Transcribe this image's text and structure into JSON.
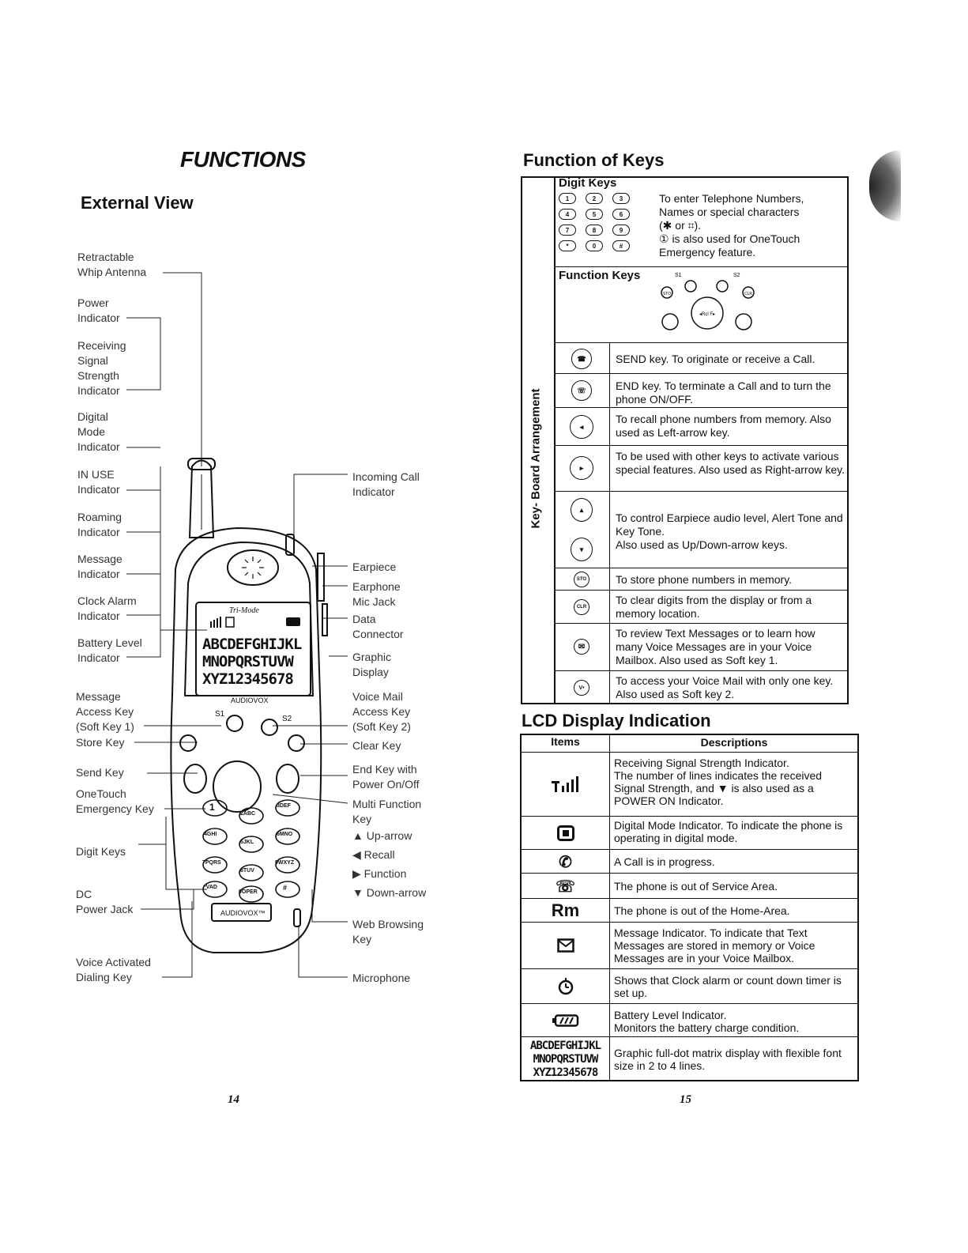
{
  "left_page": {
    "title": "FUNCTIONS",
    "subtitle": "External View",
    "page_number": "14",
    "callouts_left": [
      "Retractable\nWhip Antenna",
      "Power\nIndicator",
      "Receiving\nSignal\nStrength\nIndicator",
      "Digital\nMode\nIndicator",
      "IN USE\nIndicator",
      "Roaming\nIndicator",
      "Message\nIndicator",
      "Clock Alarm\nIndicator",
      "Battery Level\nIndicator",
      "Message\nAccess Key\n(Soft Key 1)",
      "Store Key",
      "Send Key",
      "OneTouch\nEmergency Key",
      "Digit Keys",
      "DC\nPower Jack",
      "Voice Activated\nDialing Key"
    ],
    "callouts_right": [
      "Incoming Call\nIndicator",
      "Earpiece",
      "Earphone\nMic Jack",
      "Data\nConnector",
      "Graphic\nDisplay",
      "Voice Mail\nAccess Key\n(Soft Key 2)",
      "Clear Key",
      "End Key with\nPower On/Off",
      "Multi Function\nKey",
      "▲ Up-arrow",
      "◀ Recall",
      "▶ Function",
      "▼ Down-arrow",
      "Web Browsing\nKey",
      "Microphone"
    ],
    "phone": {
      "brand_top": "Tri-Mode",
      "display_lines": [
        "ABCDEFGHIJKL",
        "MNOPQRSTUVW",
        "XYZ12345678"
      ],
      "brand_mid": "AUDIOVOX",
      "brand_bottom": "AUDIOVOX™",
      "soft_labels": [
        "S1",
        "S2"
      ],
      "keys": [
        "1",
        "2ABC",
        "3DEF",
        "4GHI",
        "5JKL",
        "6MNO",
        "7PQRS",
        "8TUV",
        "9WXYZ",
        "*VAD",
        "0OPER",
        "#"
      ]
    }
  },
  "right_page": {
    "page_number": "15",
    "keys_title": "Function of Keys",
    "side_label": "Key- Board Arrangement",
    "digit_keys": {
      "heading": "Digit Keys",
      "keys": [
        "1",
        "2",
        "3",
        "4",
        "5",
        "6",
        "7",
        "8",
        "9",
        "*",
        "0",
        "#"
      ],
      "description": [
        "To enter Telephone Numbers,",
        "Names or special characters",
        "(✱ or ⌗).",
        "① is also used for OneTouch",
        "Emergency feature."
      ]
    },
    "function_keys": {
      "heading": "Function Keys",
      "soft_labels": [
        "S1",
        "S2"
      ],
      "key_labels": [
        "STO",
        "CLR",
        "RCL",
        "F"
      ]
    },
    "key_rows": [
      {
        "icon": "send-key-icon",
        "text": "SEND key. To originate or receive a Call."
      },
      {
        "icon": "end-key-icon",
        "text": "END key. To terminate a Call and to turn the phone ON/OFF."
      },
      {
        "icon": "recall-key-icon",
        "text": "To recall phone numbers from memory. Also used as Left-arrow key."
      },
      {
        "icon": "function-key-icon",
        "text": "To be used with other keys to activate various special features. Also used as Right-arrow key."
      },
      {
        "icon": "updown-key-icon",
        "text": "To control Earpiece audio level, Alert Tone and Key Tone.\nAlso used as Up/Down-arrow keys."
      },
      {
        "icon": "store-key-icon",
        "label": "STO",
        "text": "To store phone numbers in memory."
      },
      {
        "icon": "clear-key-icon",
        "label": "CLR",
        "text": "To clear digits from the display or from a memory location."
      },
      {
        "icon": "message-key-icon",
        "text": "To review Text Messages or to learn how many Voice Messages are in your Voice Mailbox. Also used as Soft key 1."
      },
      {
        "icon": "voicemail-key-icon",
        "label": "V•",
        "text": "To access your Voice Mail with only one key. Also used as Soft key 2."
      }
    ],
    "lcd_title": "LCD Display Indication",
    "lcd_headers": {
      "items": "Items",
      "descriptions": "Descriptions"
    },
    "lcd_rows": [
      {
        "icon": "signal-strength-icon",
        "text": "Receiving Signal Strength Indicator.\nThe number of lines indicates the received Signal Strength, and ▼ is also used as a POWER ON Indicator."
      },
      {
        "icon": "digital-mode-icon",
        "text": "Digital Mode Indicator. To indicate the phone is operating in digital mode."
      },
      {
        "icon": "in-use-icon",
        "text": "A Call is in progress."
      },
      {
        "icon": "no-service-icon",
        "text": "The phone is out of Service Area."
      },
      {
        "icon": "roaming-icon",
        "label": "Rm",
        "text": "The phone is out of the Home-Area."
      },
      {
        "icon": "message-icon",
        "text": "Message Indicator. To indicate that Text Messages are stored in memory or Voice Messages are in your Voice Mailbox."
      },
      {
        "icon": "clock-alarm-icon",
        "text": "Shows that Clock alarm or count down timer is set up."
      },
      {
        "icon": "battery-icon",
        "text": "Battery Level Indicator.\nMonitors the battery charge condition."
      },
      {
        "icon": "graphic-display-icon",
        "lines": [
          "ABCDEFGHIJKL",
          "MNOPQRSTUVW",
          "XYZ12345678"
        ],
        "text": "Graphic full-dot matrix display with flexible font size in 2 to 4 lines."
      }
    ]
  }
}
